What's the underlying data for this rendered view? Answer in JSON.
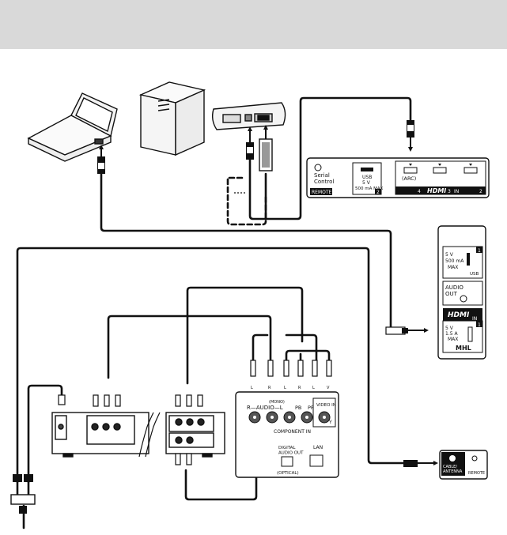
{
  "rear_panel_top": {
    "serial_control": "Serial\nControl",
    "remote": "REMOTE",
    "usb_port": "USB",
    "usb_power": "5 V",
    "usb_current": "500 mA MAX",
    "usb_number": "2",
    "hdmi_arc": "(ARC)",
    "hdmi_numbers": [
      "4",
      "3",
      "2"
    ],
    "hdmi_logo": "HDMI",
    "hdmi_in": "IN"
  },
  "side_panel": {
    "usb_power": "5 V",
    "usb_current": "500 mA",
    "usb_max": "MAX",
    "usb_label": "USB",
    "usb_number": "1",
    "audio_out": "AUDIO\nOUT",
    "hdmi_logo": "HDMI",
    "hdmi_in": "IN",
    "mhl_power": "5 V",
    "mhl_current": "1.5 A",
    "mhl_max": "MAX",
    "mhl_number": "1",
    "mhl_logo": "MHL"
  },
  "bottom_panel": {
    "audio_label": "R—AUDIO—L",
    "mono_label": "(MONO)",
    "pb_label": "PB",
    "pr_label": "PR",
    "video_in": "VIDEO IN",
    "y_label": "Y",
    "component_in": "COMPONENT IN",
    "digital_audio_out": "DIGITAL\nAUDIO OUT",
    "optical": "(OPTICAL)",
    "lan": "LAN"
  },
  "antenna_panel": {
    "cable_antenna": "CABLE/\nANTENNA",
    "remote": "REMOTE"
  },
  "plug_letters": [
    "L",
    "R",
    "L",
    "R",
    "L",
    "V"
  ]
}
